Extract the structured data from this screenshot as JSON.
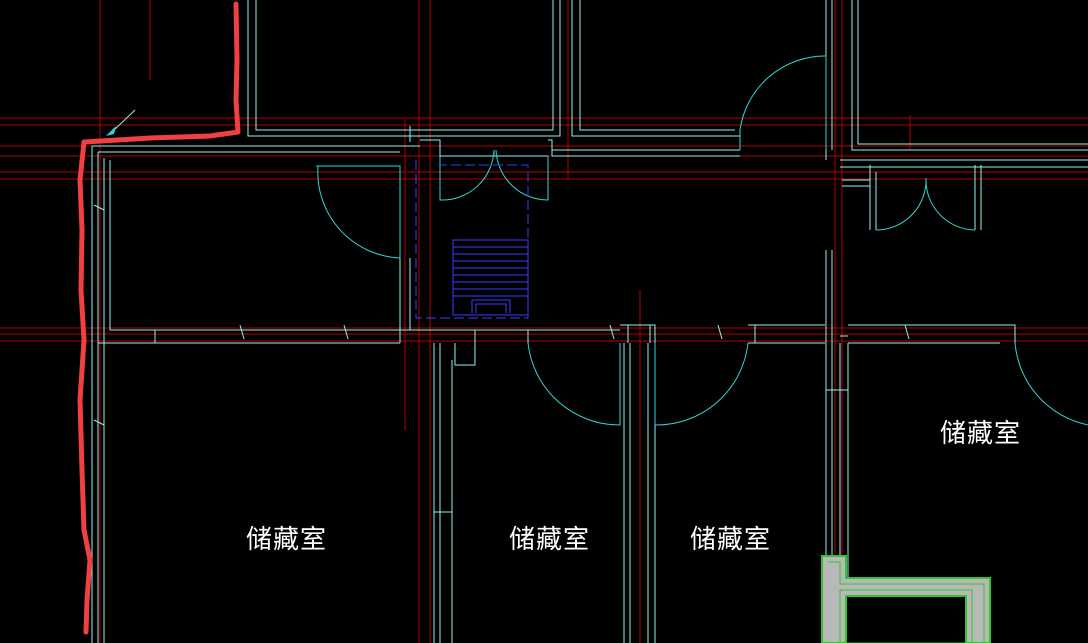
{
  "drawing": {
    "background_color": "#000000",
    "colors": {
      "wall": "#8ff3f3",
      "door": "#33d6d6",
      "grid": "#b50000",
      "stair": "#3b3bff",
      "markup": "#f04040",
      "hatch_fill": "#b8b8b8",
      "hatch_edge": "#2ec82e",
      "text": "#ffffff"
    },
    "rooms": [
      {
        "label": "储藏室"
      },
      {
        "label": "储藏室"
      },
      {
        "label": "储藏室"
      },
      {
        "label": "储藏室"
      }
    ]
  }
}
